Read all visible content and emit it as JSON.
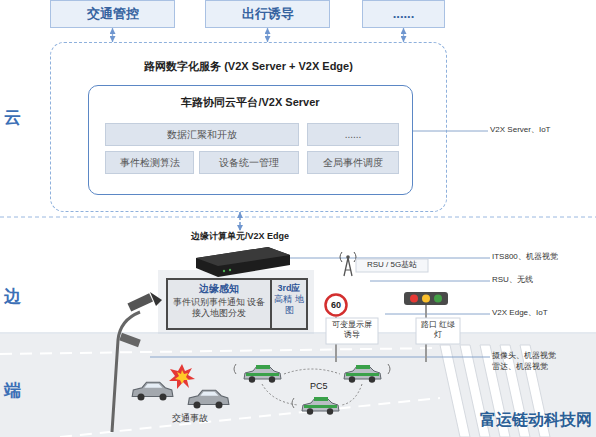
{
  "diagram": {
    "nodes": [
      {
        "text": [
          "交通管控"
        ]
      },
      {
        "text": [
          "出行诱导"
        ]
      },
      {
        "text": [
          "......"
        ]
      },
      {
        "text": [
          "路网数字化服务 (V2X Server + V2X Edge)"
        ]
      },
      {
        "text": [
          "车路协同云平台/V2X Server"
        ],
        "in": 3
      },
      {
        "text": [
          "数据汇聚和开放"
        ],
        "in": 4
      },
      {
        "text": [
          "......"
        ],
        "in": 4
      },
      {
        "text": [
          "事件检测算法"
        ],
        "in": 4
      },
      {
        "text": [
          "设备统一管理"
        ],
        "in": 4
      },
      {
        "text": [
          "全局事件调度"
        ],
        "in": 4
      },
      {
        "text": [
          "边缘计算单元/V2X Edge"
        ]
      },
      {
        "text": [
          "边缘感知",
          "事件识别事件通知 设备接入地图分发"
        ]
      },
      {
        "text": [
          "3rd应",
          "高精 地图"
        ]
      },
      {
        "text": [
          "60"
        ]
      }
    ],
    "edges": [
      {
        "from": 0,
        "to": 3,
        "arrow": "both"
      },
      {
        "from": 1,
        "to": 3,
        "arrow": "both"
      },
      {
        "from": 2,
        "to": 3,
        "arrow": "both"
      },
      {
        "from": 3,
        "to": 10,
        "arrow": "both"
      }
    ],
    "labels": [
      "云",
      "边",
      "端",
      "V2X Server、IoT",
      "ITS800、机器视觉",
      "RSU / 5G基站",
      "RSU、无线",
      "V2X Edge、IoT",
      "可变显示屏 诱导",
      "路口 红绿灯",
      "摄像头、机器视觉",
      "雷达、机器视觉",
      "PC5",
      "交通事故",
      "富运链动科技网"
    ]
  }
}
